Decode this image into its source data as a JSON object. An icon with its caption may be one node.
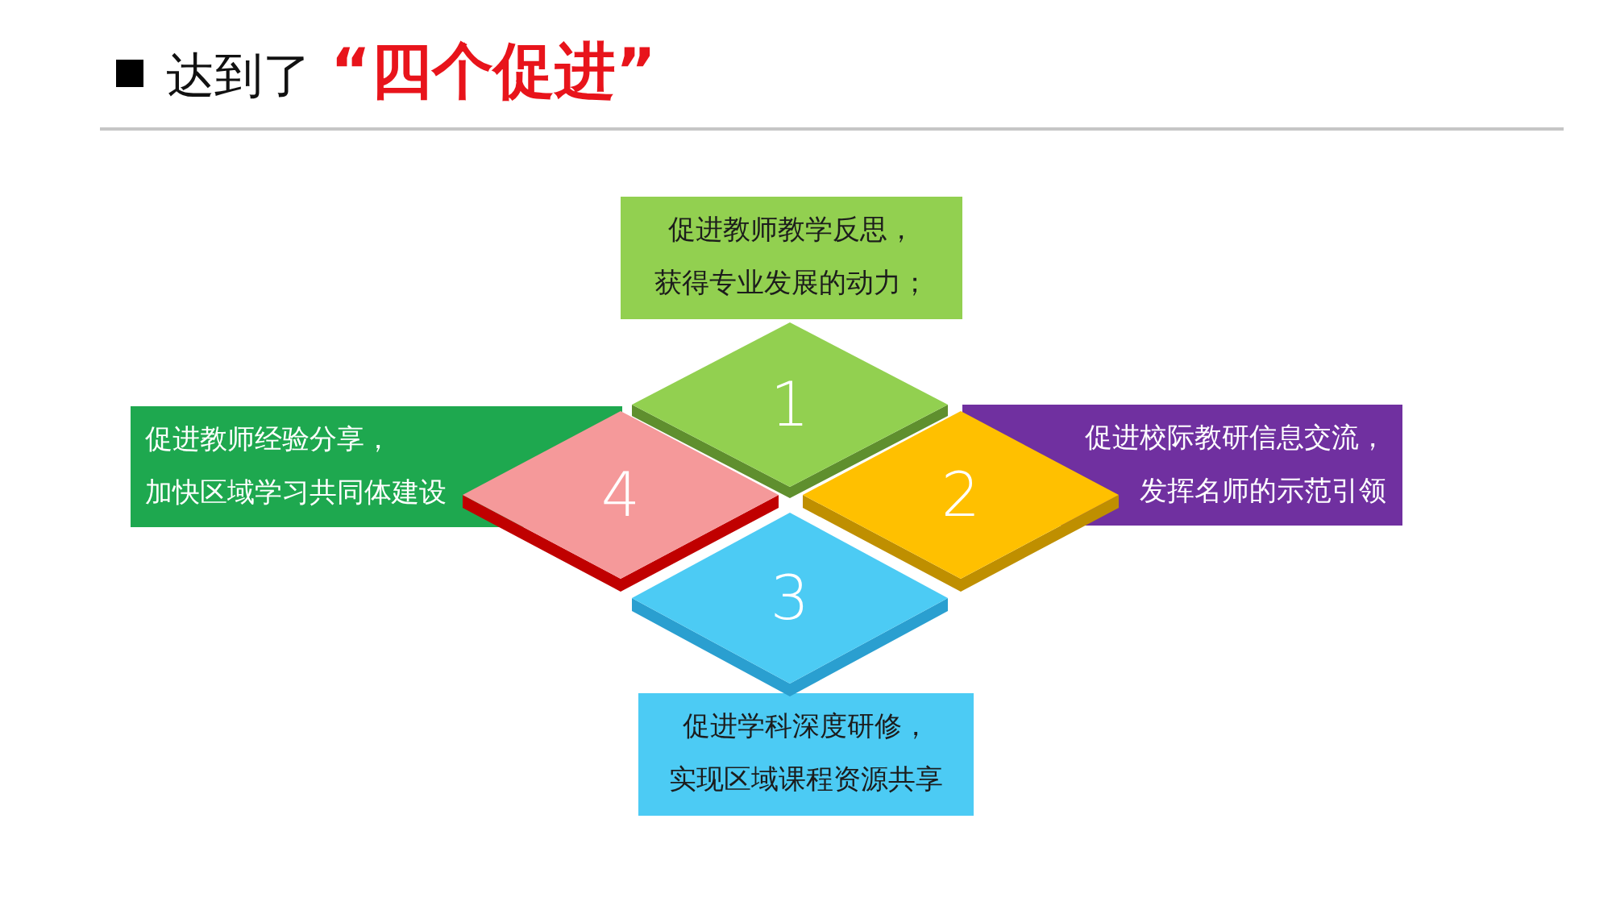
{
  "diagram": {
    "title": "达到了**“四个促进”**",
    "nodes": [
      {
        "text": [
          "促进教师教学反思，获得专业发展的动力；"
        ]
      },
      {
        "text": [
          "1"
        ]
      },
      {
        "text": [
          "促进教师经验分享，加快区域学习共同体建设"
        ]
      },
      {
        "text": [
          "4"
        ]
      },
      {
        "text": [
          "2"
        ]
      },
      {
        "text": [
          "促进校际教研信息交流，发挥名师的示范引领"
        ]
      },
      {
        "text": [
          "3"
        ]
      },
      {
        "text": [
          "促进学科深度研修，实现区域课程资源共享"
        ]
      }
    ]
  }
}
